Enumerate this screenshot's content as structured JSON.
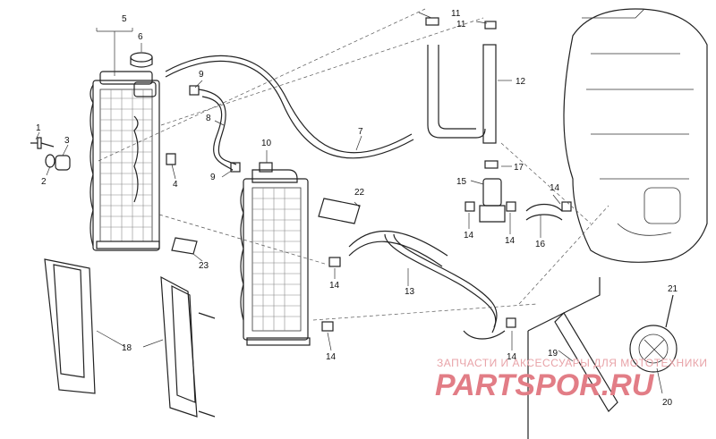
{
  "callouts": [
    "1",
    "2",
    "3",
    "4",
    "5",
    "6",
    "7",
    "8",
    "9",
    "9",
    "10",
    "11",
    "11",
    "12",
    "13",
    "14",
    "14",
    "14",
    "14",
    "14",
    "14",
    "15",
    "16",
    "17",
    "18",
    "19",
    "20",
    "21",
    "22",
    "23"
  ],
  "watermark": {
    "line1": "ЗАПЧАСТИ И АКСЕССУАРЫ ДЛЯ МОТОТЕХНИКИ",
    "line2": "PARTSPOR.RU"
  },
  "colors": {
    "line": "#222222",
    "watermark": "#e27d86"
  }
}
